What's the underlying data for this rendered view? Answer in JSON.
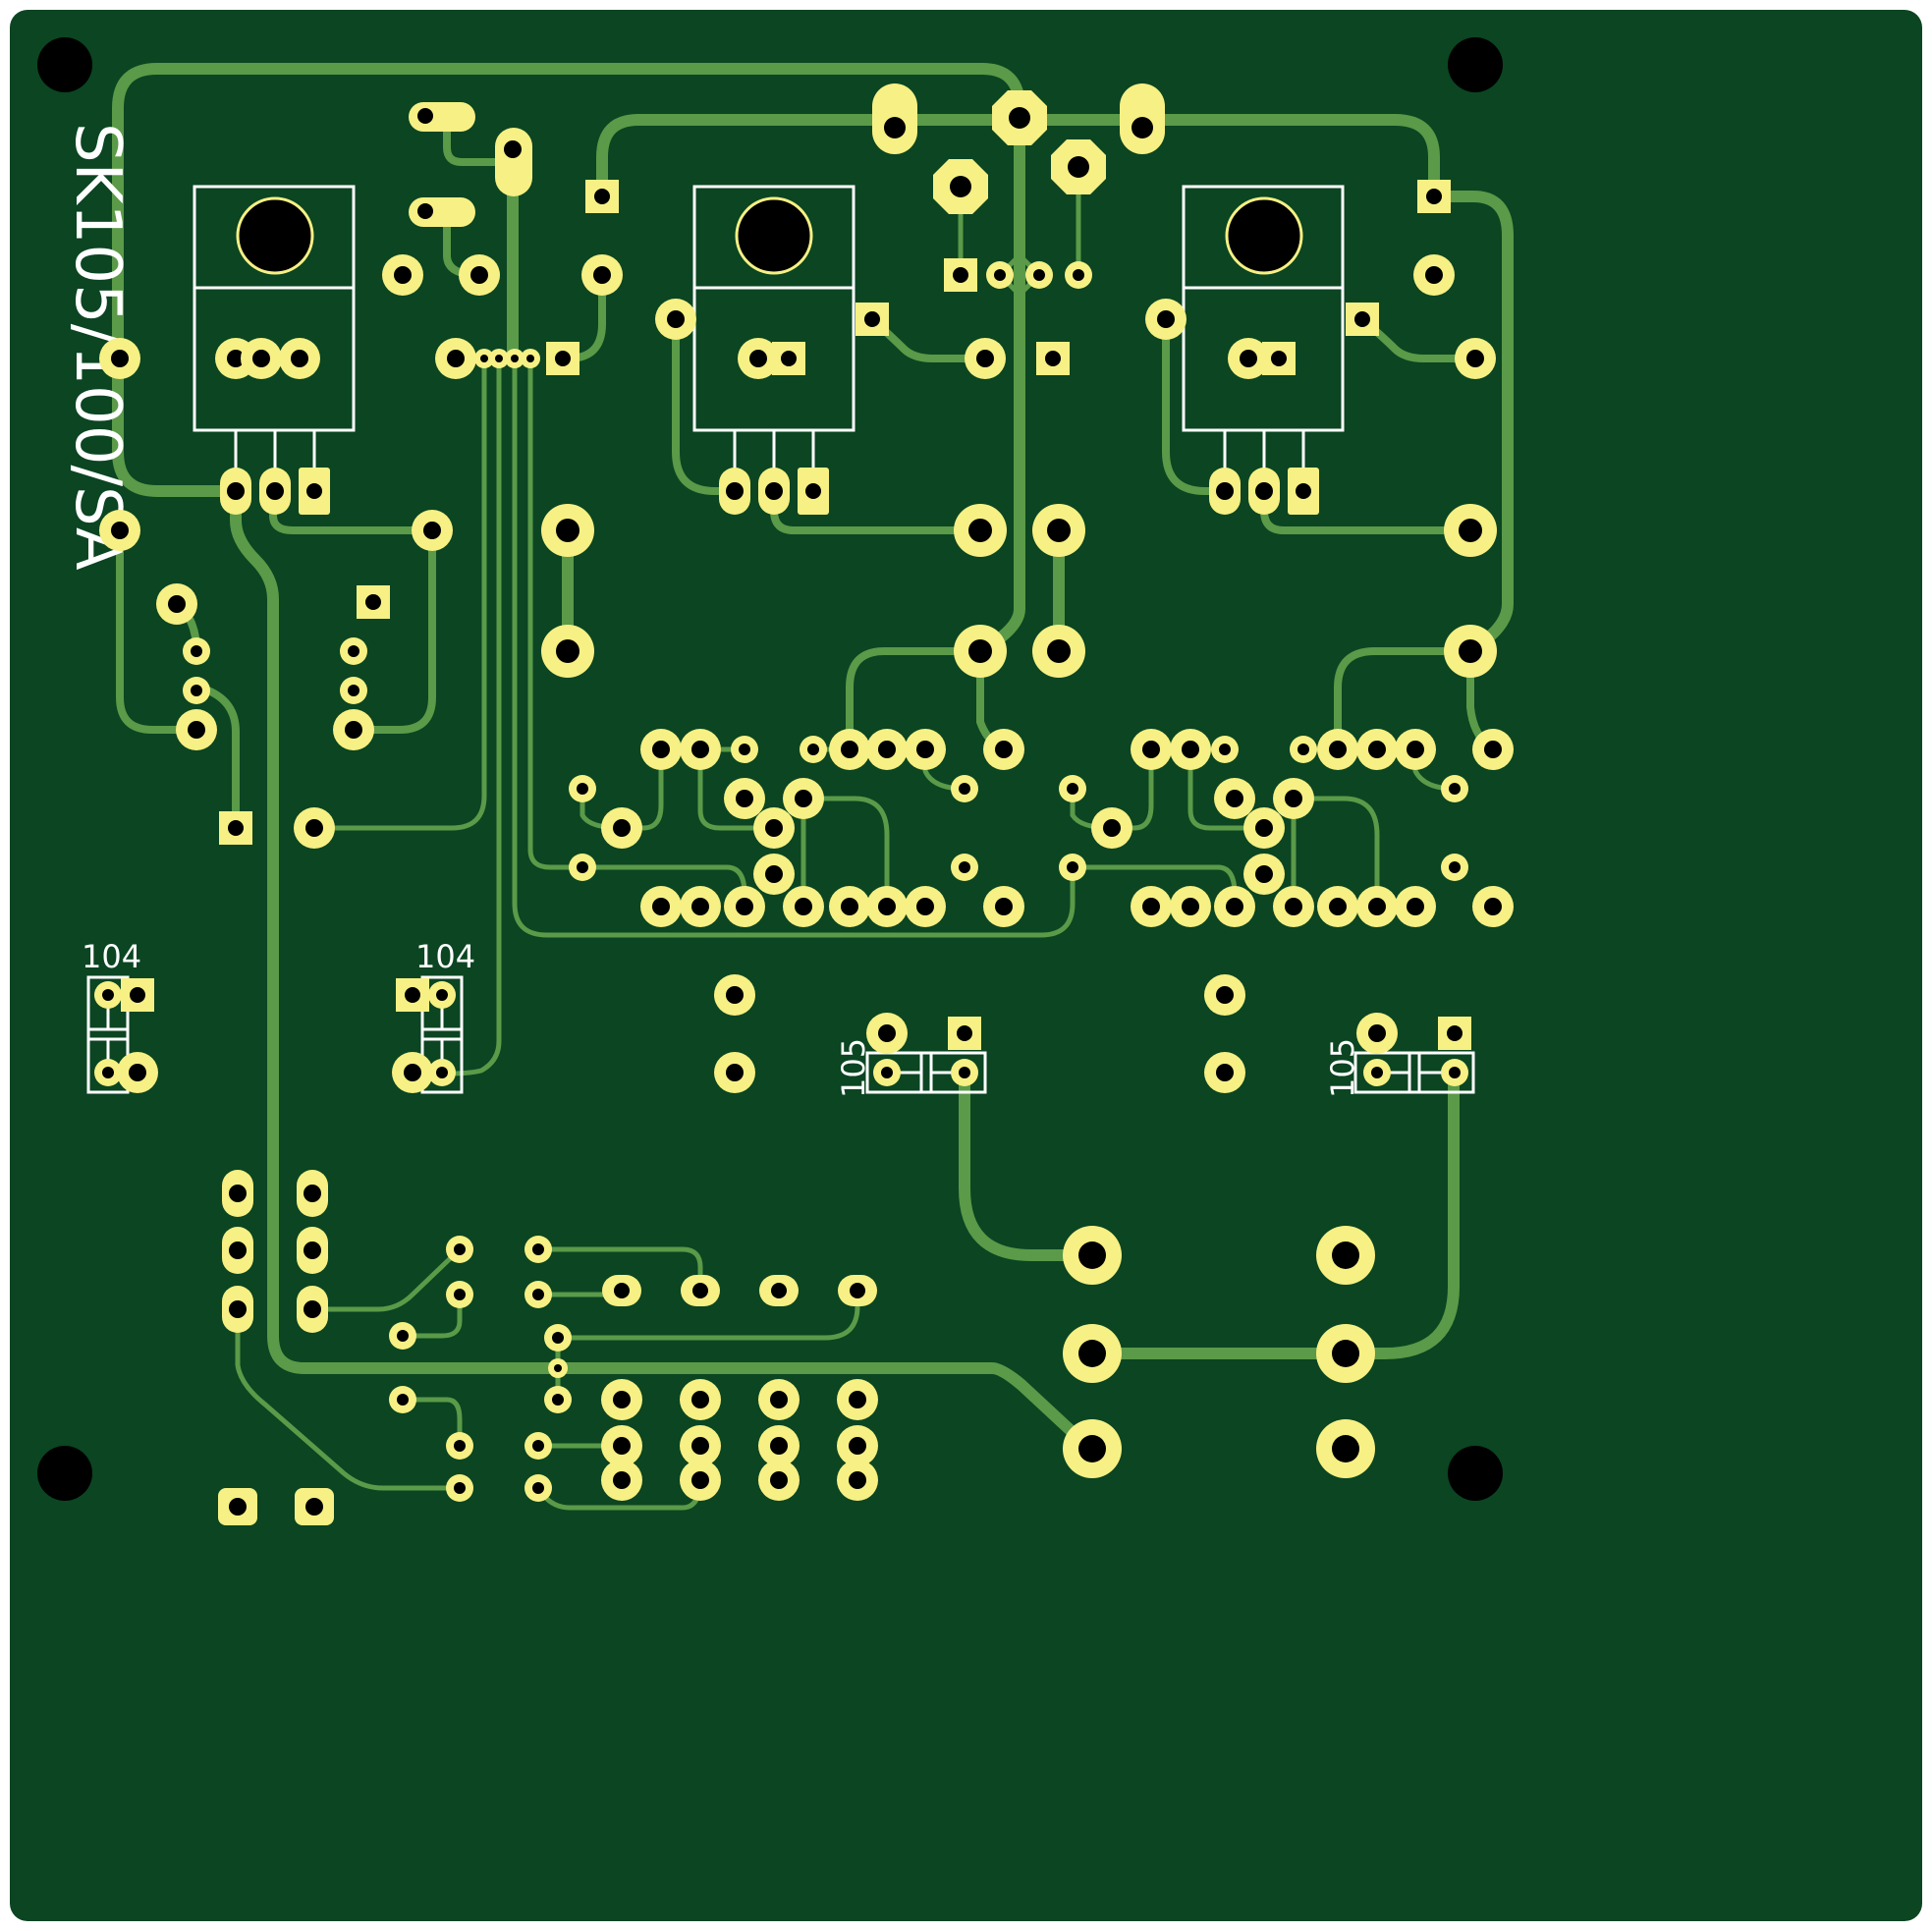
{
  "board": {
    "label_main": "SK105/100/SA",
    "cap_104_left": "104",
    "cap_104_right": "104",
    "cap_105_left": "105",
    "cap_105_right": "105"
  },
  "colors": {
    "substrate": "#0b4522",
    "trace": "#5a9a48",
    "pad": "#f7f084",
    "hole": "#000000",
    "silkscreen": "#ffffff"
  }
}
